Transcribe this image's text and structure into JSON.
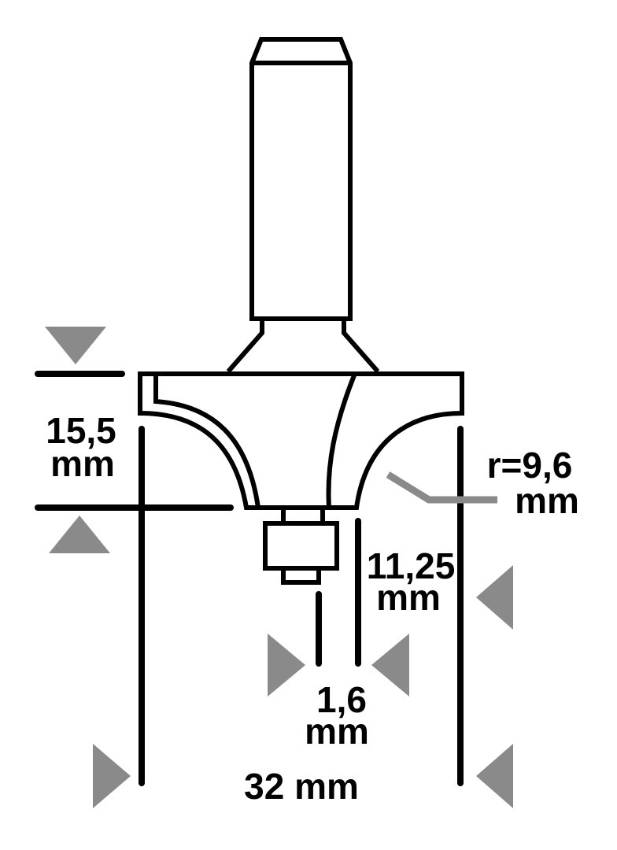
{
  "colors": {
    "line": "#000000",
    "marker": "#8a8a8a"
  },
  "dimensions": {
    "height": {
      "value": "15,5",
      "unit": "mm"
    },
    "radius": {
      "value": "r=9,6",
      "unit": "mm"
    },
    "cut_depth": {
      "value": "11,25",
      "unit": "mm"
    },
    "bearing_offset": {
      "value": "1,6",
      "unit": "mm"
    },
    "diameter": {
      "label": "32 mm"
    }
  }
}
